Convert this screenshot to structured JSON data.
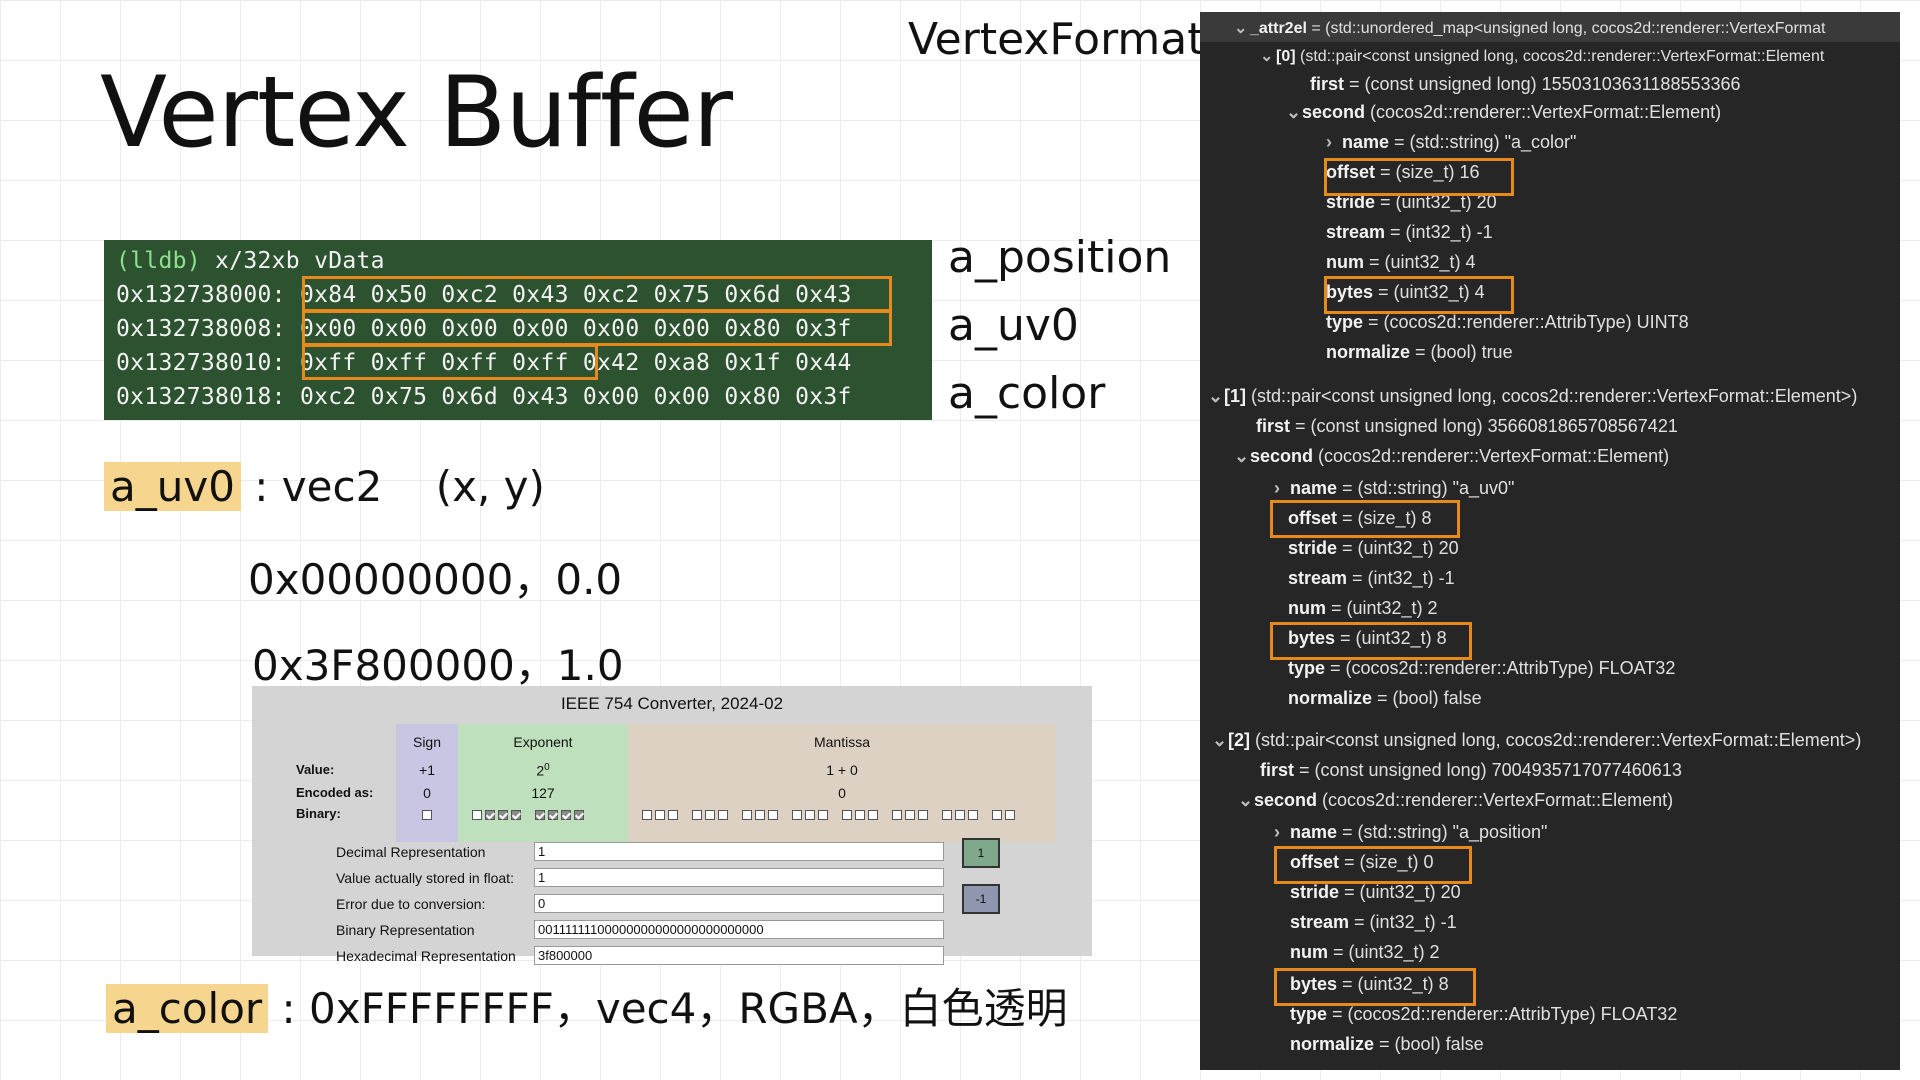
{
  "slide": {
    "title": "Vertex Buffer",
    "vertex_format_title": "VertexFormat",
    "terminal": {
      "prompt": "(lldb)",
      "command": " x/32xb vData",
      "rows": [
        {
          "addr": "0x132738000:",
          "bytes": "0x84 0x50 0xc2 0x43 0xc2 0x75 0x6d 0x43"
        },
        {
          "addr": "0x132738008:",
          "bytes": "0x00 0x00 0x00 0x00 0x00 0x00 0x80 0x3f"
        },
        {
          "addr": "0x132738010:",
          "bytes": "0xff 0xff 0xff 0xff 0x42 0xa8 0x1f 0x44"
        },
        {
          "addr": "0x132738018:",
          "bytes": "0xc2 0x75 0x6d 0x43 0x00 0x00 0x80 0x3f"
        }
      ]
    },
    "attr_labels": [
      "a_position",
      "a_uv0",
      "a_color"
    ],
    "uv_line": {
      "name": "a_uv0",
      "rest": " : vec2    (x, y)"
    },
    "uv_values": [
      "0x00000000，0.0",
      "0x3F800000，1.0"
    ],
    "color_line": {
      "name": "a_color",
      "rest": " : 0xFFFFFFFF，vec4，RGBA，白色透明"
    }
  },
  "converter": {
    "title": "IEEE 754 Converter, 2024-02",
    "headers": {
      "sign": "Sign",
      "exponent": "Exponent",
      "mantissa": "Mantissa"
    },
    "row_labels": {
      "value": "Value:",
      "encoded": "Encoded as:",
      "binary": "Binary:"
    },
    "sign": {
      "value": "+1",
      "encoded": "0",
      "bit": false
    },
    "exponent": {
      "value_base": "2",
      "value_exp": "0",
      "encoded": "127",
      "bits": [
        false,
        true,
        true,
        true,
        true,
        true,
        true,
        true
      ]
    },
    "mantissa": {
      "value": "1 + 0",
      "encoded": "0",
      "bits_count": 23
    },
    "fields": [
      {
        "label": "Decimal Representation",
        "value": "1"
      },
      {
        "label": "Value actually stored in float:",
        "value": "1"
      },
      {
        "label": "Error due to conversion:",
        "value": "0"
      },
      {
        "label": "Binary Representation",
        "value": "00111111100000000000000000000000"
      },
      {
        "label": "Hexadecimal Representation",
        "value": "3f800000"
      }
    ],
    "buttons": {
      "plus_one": "1",
      "minus_one": "-1"
    },
    "colors": {
      "sign": "#c8c6e2",
      "exponent": "#bfe0bc",
      "mantissa": "#ddd1c4"
    }
  },
  "debugger": {
    "rows": [
      {
        "chevron": "⌄",
        "key": "_attr2el",
        "text": " = (std::unordered_map<unsigned long, cocos2d::renderer::VertexFormat"
      },
      {
        "chevron": "⌄",
        "key": "[0]",
        "text": " (std::pair<const unsigned long, cocos2d::renderer::VertexFormat::Element"
      },
      {
        "chevron": "",
        "key": "first",
        "text": " = (const unsigned long) 15503103631188553366"
      },
      {
        "chevron": "⌄",
        "key": "second",
        "text": " (cocos2d::renderer::VertexFormat::Element)"
      },
      {
        "chevron": "›",
        "key": "name",
        "text": " = (std::string) \"a_color\""
      },
      {
        "chevron": "",
        "key": "offset",
        "text": " = (size_t) 16"
      },
      {
        "chevron": "",
        "key": "stride",
        "text": " = (uint32_t) 20"
      },
      {
        "chevron": "",
        "key": "stream",
        "text": " = (int32_t) -1"
      },
      {
        "chevron": "",
        "key": "num",
        "text": " = (uint32_t) 4"
      },
      {
        "chevron": "",
        "key": "bytes",
        "text": " = (uint32_t) 4"
      },
      {
        "chevron": "",
        "key": "type",
        "text": " = (cocos2d::renderer::AttribType) UINT8"
      },
      {
        "chevron": "",
        "key": "normalize",
        "text": " = (bool) true"
      },
      {
        "chevron": "⌄",
        "key": "[1]",
        "text": " (std::pair<const unsigned long, cocos2d::renderer::VertexFormat::Element>)"
      },
      {
        "chevron": "",
        "key": "first",
        "text": " = (const unsigned long) 3566081865708567421"
      },
      {
        "chevron": "⌄",
        "key": "second",
        "text": " (cocos2d::renderer::VertexFormat::Element)"
      },
      {
        "chevron": "›",
        "key": "name",
        "text": " = (std::string) \"a_uv0\""
      },
      {
        "chevron": "",
        "key": "offset",
        "text": " = (size_t) 8"
      },
      {
        "chevron": "",
        "key": "stride",
        "text": " = (uint32_t) 20"
      },
      {
        "chevron": "",
        "key": "stream",
        "text": " = (int32_t) -1"
      },
      {
        "chevron": "",
        "key": "num",
        "text": " = (uint32_t) 2"
      },
      {
        "chevron": "",
        "key": "bytes",
        "text": " = (uint32_t) 8"
      },
      {
        "chevron": "",
        "key": "type",
        "text": " = (cocos2d::renderer::AttribType) FLOAT32"
      },
      {
        "chevron": "",
        "key": "normalize",
        "text": " = (bool) false"
      },
      {
        "chevron": "⌄",
        "key": "[2]",
        "text": " (std::pair<const unsigned long, cocos2d::renderer::VertexFormat::Element>)"
      },
      {
        "chevron": "",
        "key": "first",
        "text": " = (const unsigned long) 7004935717077460613"
      },
      {
        "chevron": "⌄",
        "key": "second",
        "text": " (cocos2d::renderer::VertexFormat::Element)"
      },
      {
        "chevron": "›",
        "key": "name",
        "text": " = (std::string) \"a_position\""
      },
      {
        "chevron": "",
        "key": "offset",
        "text": " = (size_t) 0"
      },
      {
        "chevron": "",
        "key": "stride",
        "text": " = (uint32_t) 20"
      },
      {
        "chevron": "",
        "key": "stream",
        "text": " = (int32_t) -1"
      },
      {
        "chevron": "",
        "key": "num",
        "text": " = (uint32_t) 2"
      },
      {
        "chevron": "",
        "key": "bytes",
        "text": " = (uint32_t) 8"
      },
      {
        "chevron": "",
        "key": "type",
        "text": " = (cocos2d::renderer::AttribType) FLOAT32"
      },
      {
        "chevron": "",
        "key": "normalize",
        "text": " = (bool) false"
      }
    ]
  },
  "colors": {
    "terminal_bg": "#2c5230",
    "highlight": "#e8891c",
    "chip": "#f6d68f",
    "debugger_bg": "#262626"
  }
}
